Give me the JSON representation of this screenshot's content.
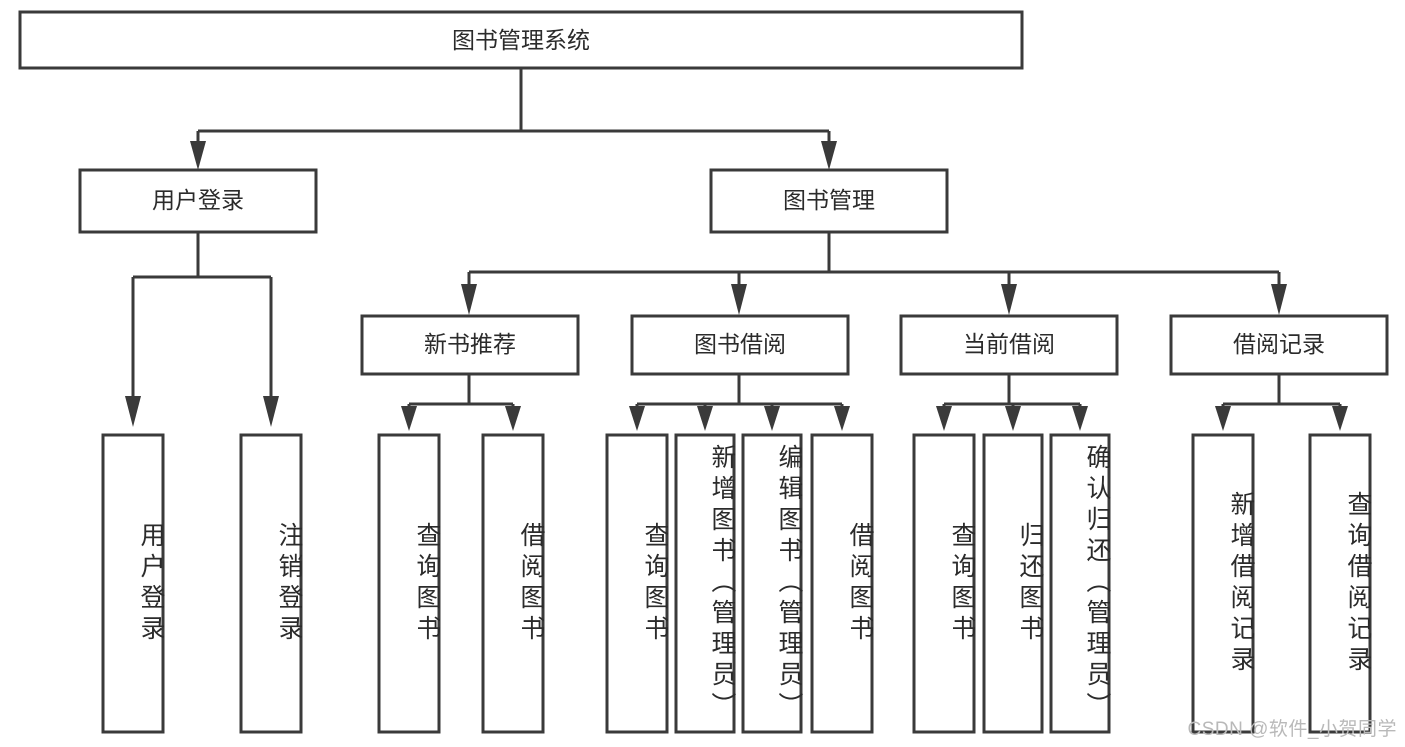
{
  "diagram": {
    "type": "tree",
    "title": "图书管理系统",
    "watermark": "CSDN @软件_小贺同学",
    "colors": {
      "stroke": "#3a3a3a",
      "fill": "#ffffff",
      "text": "#2b2b2b",
      "watermark": "#b9b9b9",
      "background": "#ffffff"
    },
    "root": {
      "label": "图书管理系统"
    },
    "level2": [
      {
        "label": "用户登录"
      },
      {
        "label": "图书管理"
      }
    ],
    "level3": [
      {
        "label": "新书推荐"
      },
      {
        "label": "图书借阅"
      },
      {
        "label": "当前借阅"
      },
      {
        "label": "借阅记录"
      }
    ],
    "leaves": {
      "user_login": [
        {
          "label": "用户登录"
        },
        {
          "label": "注销登录"
        }
      ],
      "new_book_recommend": [
        {
          "label": "查询图书"
        },
        {
          "label": "借阅图书"
        }
      ],
      "book_borrow": [
        {
          "label": "查询图书"
        },
        {
          "label": "新增图书（管理员）"
        },
        {
          "label": "编辑图书（管理员）"
        },
        {
          "label": "借阅图书"
        }
      ],
      "current_borrow": [
        {
          "label": "查询图书"
        },
        {
          "label": "归还图书"
        },
        {
          "label": "确认归还（管理员）"
        }
      ],
      "borrow_record": [
        {
          "label": "新增借阅记录"
        },
        {
          "label": "查询借阅记录"
        }
      ]
    }
  }
}
